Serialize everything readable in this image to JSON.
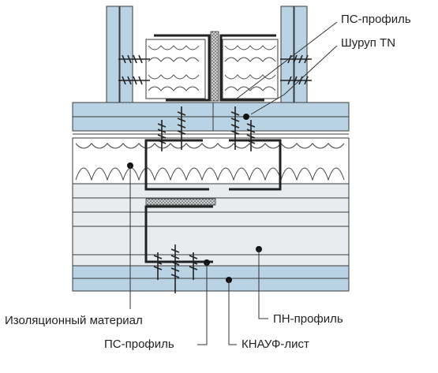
{
  "labels": {
    "ps_profile_top": "ПС-профиль",
    "screw_tn": "Шуруп TN",
    "insulation": "Изоляционный материал",
    "pn_profile": "ПН-профиль",
    "ps_profile_bottom": "ПС-профиль",
    "knauf_sheet": "КНАУФ-лист"
  },
  "colors": {
    "board_blue": "#b9d3e4",
    "board_light": "#e9ecee",
    "line": "#3a3a3a",
    "insulation_fill": "#ffffff"
  }
}
